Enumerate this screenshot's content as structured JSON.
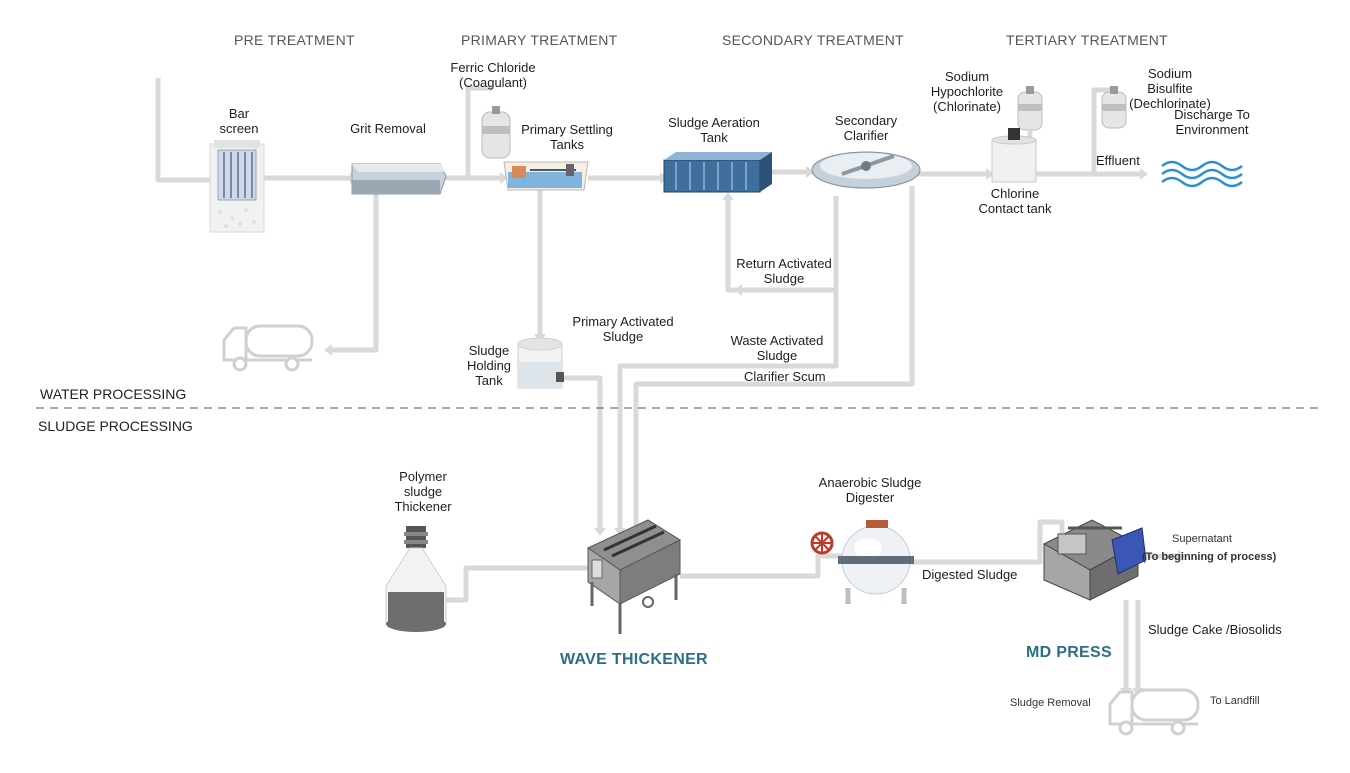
{
  "stages": {
    "pre": "PRE TREATMENT",
    "primary": "PRIMARY TREATMENT",
    "secondary": "SECONDARY TREATMENT",
    "tertiary": "TERTIARY TREATMENT"
  },
  "zones": {
    "water": "WATER PROCESSING",
    "sludge": "SLUDGE PROCESSING"
  },
  "units": {
    "bar_screen": "Bar screen",
    "grit_removal": "Grit Removal",
    "ferric_chloride": "Ferric Chloride (Coagulant)",
    "primary_settling": "Primary Settling Tanks",
    "sludge_aeration": "Sludge Aeration Tank",
    "secondary_clarifier": "Secondary Clarifier",
    "sodium_hypochlorite": "Sodium Hypochlorite (Chlorinate)",
    "chlorine_contact": "Chlorine Contact tank",
    "sodium_bisulfite": "Sodium Bisulfite (Dechlorinate)",
    "discharge": "Discharge To Environment",
    "effluent": "Effluent",
    "return_activated": "Return Activated Sludge",
    "primary_activated": "Primary Activated Sludge",
    "sludge_holding": "Sludge Holding Tank",
    "waste_activated": "Waste Activated Sludge",
    "clarifier_scum": "Clarifier Scum",
    "polymer_thickener": "Polymer sludge Thickener",
    "anaerobic_digester": "Anaerobic Sludge Digester",
    "digested_sludge": "Digested Sludge",
    "supernatant": "Supernatant",
    "to_beginning": "(To beginning of process)",
    "sludge_cake": "Sludge Cake /Biosolids",
    "sludge_removal": "Sludge Removal",
    "to_landfill": "To Landfill"
  },
  "products": {
    "wave_thickener": "WAVE THICKENER",
    "md_press": "MD PRESS"
  },
  "icons": {
    "truck": "truck-icon",
    "water_waves": "water-waves-icon",
    "valve": "valve-icon"
  },
  "colors": {
    "pipe": "#d9d9d9",
    "brand": "#2b6f86",
    "valve": "#c0392b",
    "water": "#2a8fd6"
  }
}
